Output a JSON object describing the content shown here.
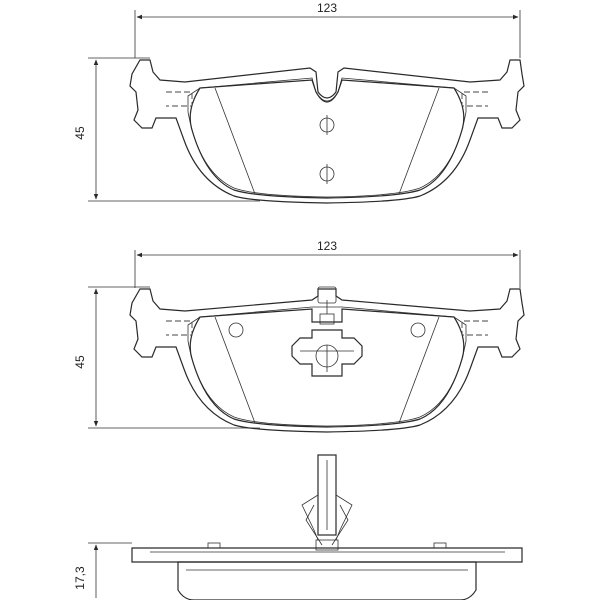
{
  "drawing": {
    "view1": {
      "width_dim": "123",
      "height_dim": "45"
    },
    "view2": {
      "width_dim": "123",
      "height_dim": "45"
    },
    "view3": {
      "thickness_dim": "17,3"
    }
  },
  "colors": {
    "line": "#2a2a2a",
    "background": "#ffffff"
  }
}
